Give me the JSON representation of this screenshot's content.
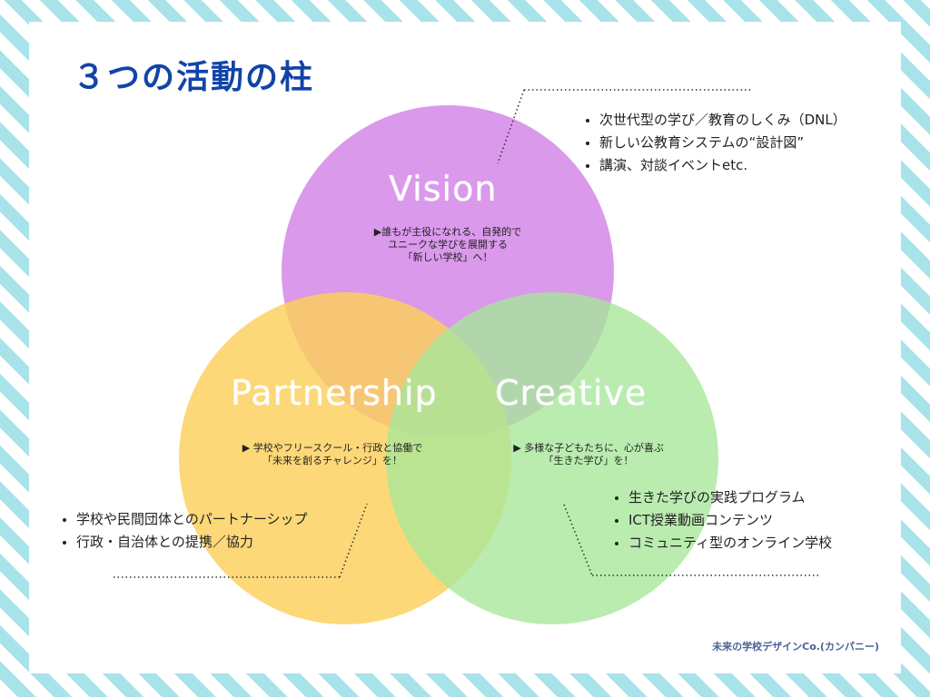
{
  "title": "３つの活動の柱",
  "circles": {
    "vision": {
      "label": "Vision",
      "color": "#d58be8",
      "desc": [
        "▶誰もが主役になれる、自発的で",
        "ユニークな学びを展開する",
        "「新しい学校」へ！"
      ],
      "bullets": [
        "次世代型の学び／教育のしくみ（DNL）",
        "新しい公教育システムの“設計図”",
        "講演、対談イベントetc."
      ]
    },
    "partnership": {
      "label": "Partnership",
      "color": "#fdd05a",
      "desc": [
        "▶ 学校やフリースクール・行政と協働で",
        "「未来を創るチャレンジ」を！"
      ],
      "bullets": [
        "学校や民間団体とのパートナーシップ",
        "行政・自治体との提携／協力"
      ]
    },
    "creative": {
      "label": "Creative",
      "color": "#a7e79a",
      "desc": [
        "▶ 多様な子どもたちに、心が喜ぶ",
        "「生きた学び」を！"
      ],
      "bullets": [
        "生きた学びの実践プログラム",
        "ICT授業動画コンテンツ",
        "コミュニティ型のオンライン学校"
      ]
    }
  },
  "footer": "未来の学校デザインCo.(カンパニー)"
}
